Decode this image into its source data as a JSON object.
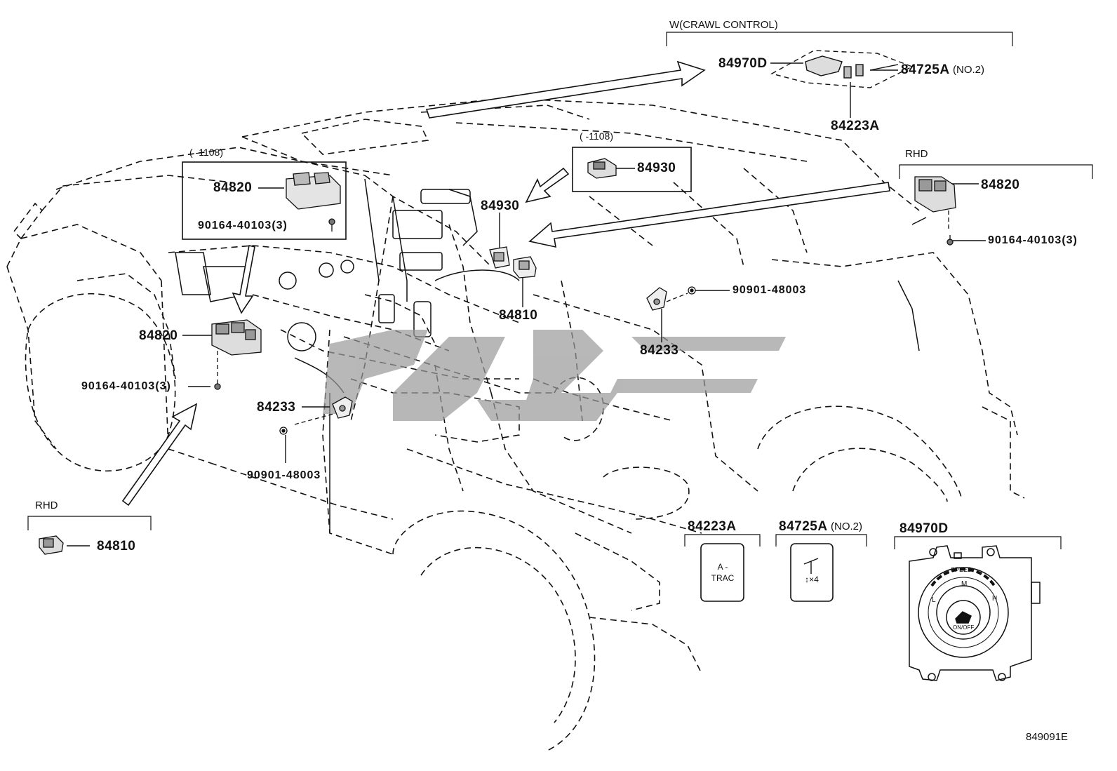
{
  "labels": {
    "crawl_control_heading": "W(CRAWL CONTROL)",
    "crawl_module_part": "84970D",
    "crawl_switch_part": "84725A",
    "crawl_switch_note": "(NO.2)",
    "atrac_switch_part": "84223A",
    "top_range_left": "( -1108)",
    "top_range_right": "( -1108)",
    "lhd_window_switch_boxed": "84820",
    "lhd_screw_boxed": "90164-40103(3)",
    "mirror_switch_boxed": "84930",
    "mirror_switch_center": "84930",
    "single_switch_center": "84810",
    "rhd_label_top": "RHD",
    "rhd_window_switch": "84820",
    "rhd_screw": "90164-40103(3)",
    "clip_center": "90901-48003",
    "sensor_center": "84233",
    "door_window_switch": "84820",
    "door_screw": "90164-40103(3)",
    "door_sensor": "84233",
    "door_clip": "90901-48003",
    "rhd_label_bottom": "RHD",
    "rhd_single_switch": "84810",
    "detail_atrac_part": "84223A",
    "detail_atrac_text_1": "A -",
    "detail_atrac_text_2": "TRAC",
    "detail_crawl_part": "84725A",
    "detail_crawl_note": "(NO.2)",
    "detail_crawl_glyph": "↕×4",
    "detail_module_part": "84970D",
    "dial_speed": "SPEED",
    "dial_l": "L",
    "dial_m": "M",
    "dial_h": "H",
    "dial_onoff": "ON/OFF",
    "diagram_code": "849091E"
  },
  "colors": {
    "ink": "#111111",
    "watermark": "#9a9a9a",
    "background": "#ffffff"
  }
}
